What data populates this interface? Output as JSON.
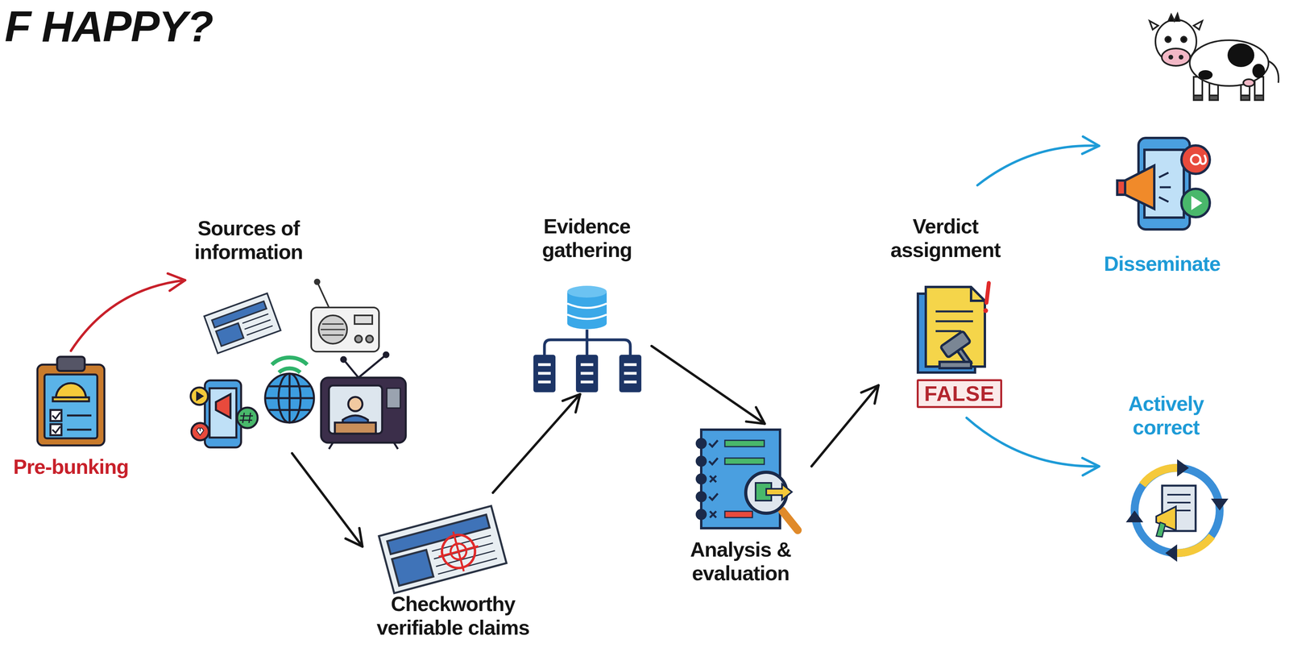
{
  "diagram": {
    "title": "F HAPPY?",
    "nodes": [
      {
        "text": [
          "Pre-bunking"
        ]
      },
      {
        "text": [
          "Sources of information"
        ]
      },
      {
        "text": [
          "Checkworthy verifiable claims"
        ]
      },
      {
        "text": [
          "Evidence gathering"
        ]
      },
      {
        "text": [
          "Analysis & evaluation"
        ]
      },
      {
        "text": [
          "Verdict assignment"
        ]
      },
      {
        "text": [
          "Disseminate"
        ]
      },
      {
        "text": [
          "Actively correct"
        ]
      }
    ],
    "edges": [
      {
        "from": 0,
        "to": 1,
        "arrow": "to"
      },
      {
        "from": 1,
        "to": 2,
        "arrow": "to"
      },
      {
        "from": 2,
        "to": 3,
        "arrow": "to"
      },
      {
        "from": 3,
        "to": 4,
        "arrow": "to"
      },
      {
        "from": 4,
        "to": 5,
        "arrow": "to"
      },
      {
        "from": 5,
        "to": 6,
        "arrow": "to"
      },
      {
        "from": 5,
        "to": 7,
        "arrow": "to"
      }
    ],
    "labels": [
      "FALSE"
    ]
  }
}
